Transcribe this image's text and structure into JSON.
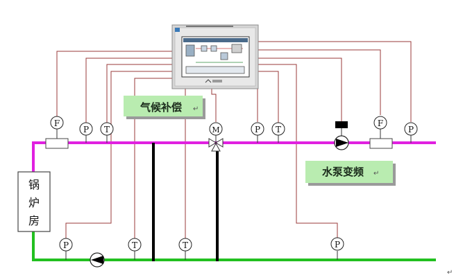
{
  "labels": {
    "climate": "气候补偿",
    "pump_vfd": "水泵变频",
    "boiler_1": "锅",
    "boiler_2": "炉",
    "boiler_3": "房",
    "mark_climate": "↵",
    "mark_pump": "↵",
    "mark_corner": "↵"
  },
  "instruments": {
    "flow": "F",
    "pressure": "P",
    "temperature": "T",
    "motor": "M"
  },
  "colors": {
    "supply": "#e020e0",
    "return": "#22c020",
    "signal": "#9a3a3a",
    "bypass": "#000000",
    "badge_fill": "#b9ecb0",
    "badge_text": "#1a2a1a",
    "panel_body": "#dadada",
    "panel_screen": "#2c7a8a"
  }
}
